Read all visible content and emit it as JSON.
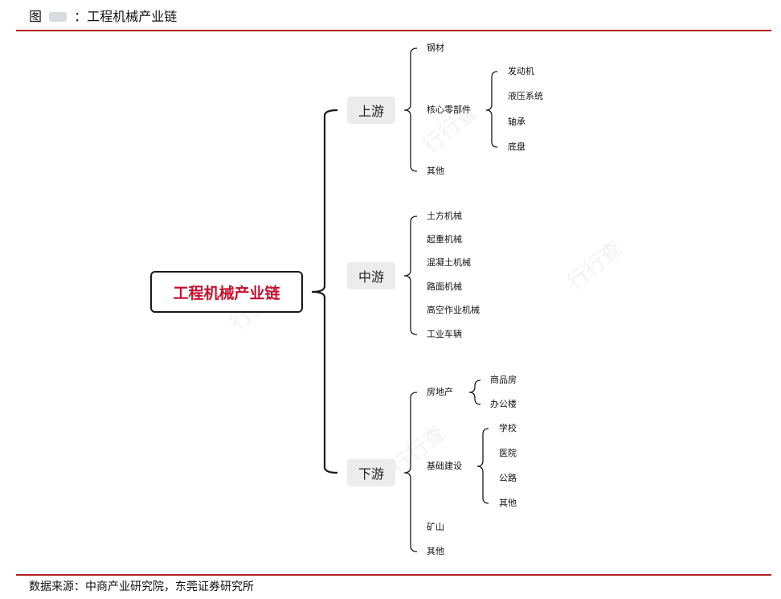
{
  "header": {
    "prefix": "图",
    "title": "：工程机械产业链"
  },
  "footer": {
    "source": "数据来源：中商产业研究院，东莞证券研究所"
  },
  "diagram": {
    "root": "工程机械产业链",
    "stages": [
      {
        "label": "上游",
        "items": [
          {
            "label": "钢材"
          },
          {
            "label": "核心零部件",
            "children": [
              "发动机",
              "液压系统",
              "轴承",
              "底盘"
            ]
          },
          {
            "label": "其他"
          }
        ]
      },
      {
        "label": "中游",
        "items": [
          {
            "label": "土方机械"
          },
          {
            "label": "起重机械"
          },
          {
            "label": "混凝土机械"
          },
          {
            "label": "路面机械"
          },
          {
            "label": "高空作业机械"
          },
          {
            "label": "工业车辆"
          }
        ]
      },
      {
        "label": "下游",
        "items": [
          {
            "label": "房地产",
            "children": [
              "商品房",
              "办公楼"
            ]
          },
          {
            "label": "基础建设",
            "children": [
              "学校",
              "医院",
              "公路",
              "其他"
            ]
          },
          {
            "label": "矿山"
          },
          {
            "label": "其他"
          }
        ]
      }
    ]
  },
  "colors": {
    "accent_red": "#b11f24",
    "root_text": "#c8102e",
    "stage_bg": "#ececec"
  }
}
